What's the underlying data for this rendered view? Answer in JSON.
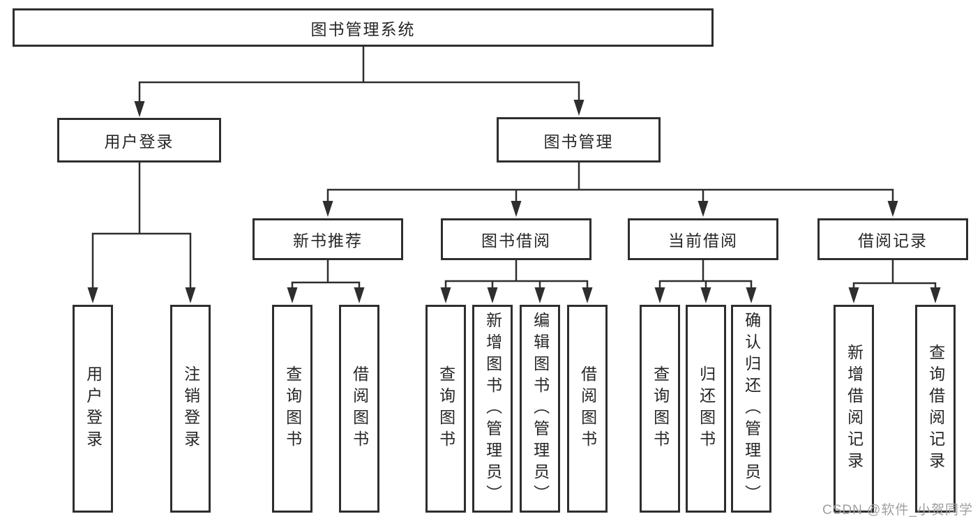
{
  "tree": {
    "root": "图书管理系统",
    "children": [
      {
        "label": "用户登录",
        "children": [
          "用户登录",
          "注销登录"
        ]
      },
      {
        "label": "图书管理",
        "children": [
          {
            "label": "新书推荐",
            "children": [
              "查询图书",
              "借阅图书"
            ]
          },
          {
            "label": "图书借阅",
            "children": [
              "查询图书",
              "新增图书（管理员）",
              "编辑图书（管理员）",
              "借阅图书"
            ]
          },
          {
            "label": "当前借阅",
            "children": [
              "查询图书",
              "归还图书",
              "确认归还（管理员）"
            ]
          },
          {
            "label": "借阅记录",
            "children": [
              "新增借阅记录",
              "查询借阅记录"
            ]
          }
        ]
      }
    ]
  },
  "watermark": {
    "text": "CSDN @软件_小贺同学",
    "color": "#9f9f9f"
  },
  "colors": {
    "line": "#2e2e2e",
    "box_border": "#2e2e2e",
    "text": "#262626",
    "background": "#ffffff"
  }
}
